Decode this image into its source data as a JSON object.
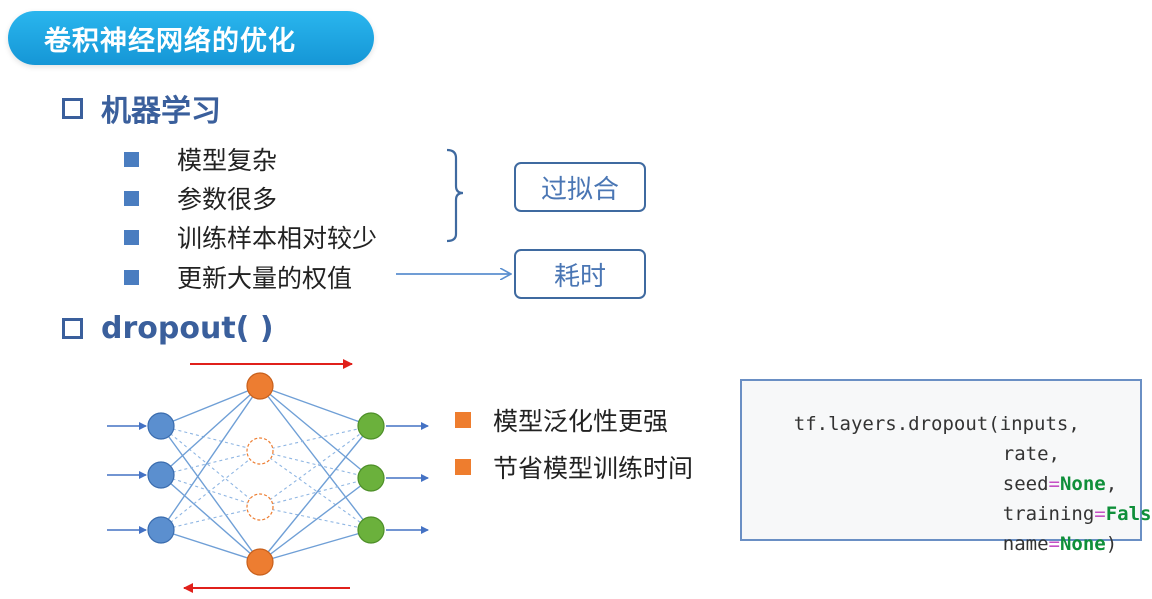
{
  "title": "卷积神经网络的优化",
  "section1": {
    "heading": "机器学习",
    "bullets": [
      "模型复杂",
      "参数很多",
      "训练样本相对较少",
      "更新大量的权值"
    ],
    "tag_overfit": "过拟合",
    "tag_time": "耗时"
  },
  "section2": {
    "heading": "dropout( )",
    "benefits": [
      "模型泛化性更强",
      "节省模型训练时间"
    ]
  },
  "code": {
    "call": "tf.layers.dropout",
    "open_paren": "(",
    "args": [
      {
        "name": "inputs",
        "eq": "",
        "value": "",
        "trail": ","
      },
      {
        "name": "rate",
        "eq": "",
        "value": "",
        "trail": ","
      },
      {
        "name": "seed",
        "eq": "=",
        "value": "None",
        "trail": ","
      },
      {
        "name": "training",
        "eq": "=",
        "value": "False",
        "trail": ","
      },
      {
        "name": "name",
        "eq": "=",
        "value": "None",
        "trail": ")"
      }
    ]
  },
  "colors": {
    "title_bg": "#1aa3e0",
    "heading": "#3a5f9c",
    "bullet_blue": "#4a7dc0",
    "bullet_orange": "#ee7d2e",
    "node_input": "#5b8fcf",
    "node_hidden": "#ed7d31",
    "node_output": "#6bb13c",
    "arrow_red": "#e0201b",
    "code_keyword": "#0f8f3a",
    "code_equals": "#c44fc4"
  }
}
